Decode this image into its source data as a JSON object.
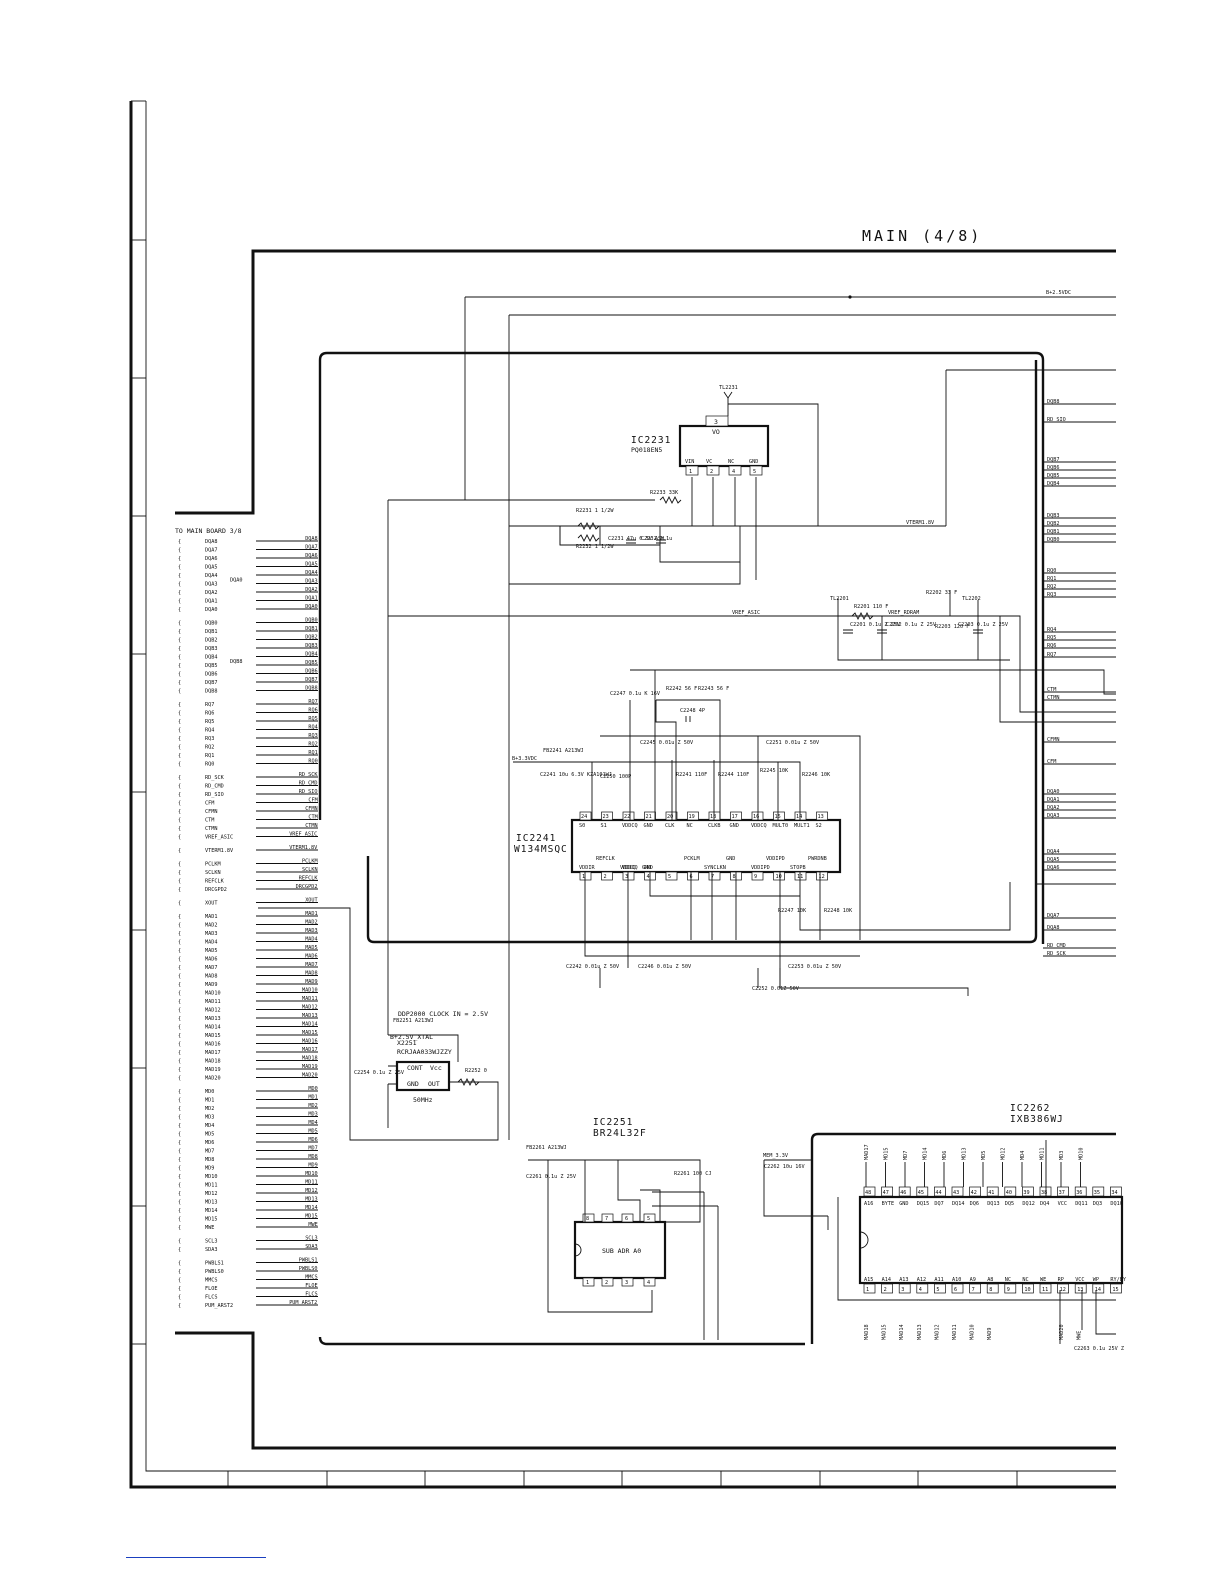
{
  "sheet": {
    "title": "MAIN (4/8)"
  },
  "ic2231": {
    "ref": "IC2231",
    "part": "PQ018EN5",
    "pin_top": "VO",
    "pin_top_num": "3",
    "pins": [
      "VIN",
      "VC",
      "NC",
      "GND"
    ],
    "pin_nums": [
      "1",
      "2",
      "4",
      "5"
    ]
  },
  "ic2241": {
    "ref": "IC2241",
    "part": "W134MSQC",
    "top_pins": [
      "S0",
      "S1",
      "VDDCQ",
      "GND",
      "CLK",
      "NC",
      "CLKB",
      "GND",
      "VDDCQ",
      "MULT0",
      "MULT1",
      "S2"
    ],
    "top_nums": [
      "24",
      "23",
      "22",
      "21",
      "20",
      "19",
      "18",
      "17",
      "16",
      "15",
      "14",
      "13"
    ],
    "bottom_pins": [
      "VDDIR",
      "",
      "VDDCQ",
      "GND",
      "",
      "",
      "",
      "",
      "VDDIPD",
      "",
      "",
      ""
    ],
    "bottom_nums": [
      "1",
      "2",
      "3",
      "4",
      "5",
      "6",
      "7",
      "8",
      "9",
      "10",
      "11",
      "12"
    ],
    "inner_bottom": [
      "REFCLK",
      "PCKLM",
      "GND",
      "VDDIPD",
      "PWRDNB",
      "VDDCQ",
      "GND",
      "SYNCLKN",
      "STOPB"
    ]
  },
  "ic2251": {
    "ref": "IC2251",
    "part": "BR24L32F",
    "chip_text": "SUB ADR A0",
    "top_nums": [
      "8",
      "7",
      "6",
      "5"
    ],
    "bottom_nums": [
      "1",
      "2",
      "3",
      "4"
    ]
  },
  "ic2262": {
    "ref": "IC2262",
    "part": "IXB386WJ",
    "top_nums": [
      "48",
      "47",
      "46",
      "45",
      "44",
      "43",
      "42",
      "41",
      "40",
      "39",
      "38",
      "37",
      "36",
      "35",
      "34"
    ],
    "top_labels": [
      "A16",
      "BYTE",
      "GND",
      "DQ15",
      "DQ7",
      "DQ14",
      "DQ6",
      "DQ13",
      "DQ5",
      "DQ12",
      "DQ4",
      "VCC",
      "DQ11",
      "DQ3",
      "DQ10"
    ],
    "bottom_nums": [
      "1",
      "2",
      "3",
      "4",
      "5",
      "6",
      "7",
      "8",
      "9",
      "10",
      "11",
      "12",
      "13",
      "14",
      "15"
    ],
    "bottom_labels": [
      "A15",
      "A14",
      "A13",
      "A12",
      "A11",
      "A10",
      "A9",
      "A8",
      "NC",
      "NC",
      "WE",
      "RP",
      "VCC",
      "WP",
      "RY/BY"
    ]
  },
  "x2251": {
    "ref": "X2251",
    "part": "RCRJAA033WJZZY",
    "pins": [
      "CONT",
      "Vcc",
      "GND",
      "OUT"
    ],
    "freq": "50MHz",
    "net": "B+2.5V_XTAL",
    "note": "DDP2000 CLOCK IN = 2.5V"
  },
  "nets": {
    "b25": "B+2.5VDC",
    "vterm": "VTERM1.8V",
    "vref": "VREF_ASIC",
    "vref_rdram": "VREF_RDRAM",
    "b33": "B+3.3VDC",
    "mem33": "MEM_3.3V",
    "tl2231": "TL2231",
    "tl2201": "TL2201",
    "tl2202": "TL2202"
  },
  "components": [
    "R2231 1 1/2W",
    "R2232 1 1/2W",
    "C2231 47u 6.3V ASH",
    "C2232 0.1u",
    "R2233 33K",
    "R2201 110 F",
    "C2201 0.1u Z 25V",
    "C2202 0.1u Z 25V",
    "R2203 120 F",
    "C2203 0.1u Z 25V",
    "R2202 33 F",
    "C2247 0.1u K 16V",
    "R2242 56 F",
    "R2243 56 F",
    "C2248 4P",
    "C2245 0.01u Z 50V",
    "C2251 0.01u Z 50V",
    "FB2241 A213WJ",
    "C2241 10u 6.3V KZA101WJ",
    "C2250 100P",
    "R2241 110F",
    "R2244 110F",
    "R2245 10K",
    "R2246 10K",
    "R2247 10K",
    "R2248 10K",
    "C2242 0.01u Z 50V",
    "C2246 0.01u Z 50V",
    "C2252 0.01Z 50V",
    "C2253 0.01u Z 50V",
    "FB2251 A213WJ",
    "C2254 0.1u Z 25V",
    "R2252 0",
    "FB2261 A213WJ",
    "C2261 0.1u Z 25V",
    "R2261 100 CJ",
    "C2262 10u 16V",
    "C2263 0.1u 25V Z"
  ],
  "connector": {
    "title": "TO MAIN BOARD 3/8",
    "groups": [
      {
        "label": "DQA0",
        "signals": [
          "DQA8",
          "DQA7",
          "DQA6",
          "DQA5",
          "DQA4",
          "DQA3",
          "DQA2",
          "DQA1",
          "DQA0"
        ]
      },
      {
        "label": "DQB8",
        "signals": [
          "DQB0",
          "DQB1",
          "DQB2",
          "DQB3",
          "DQB4",
          "DQB5",
          "DQB6",
          "DQB7",
          "DQB8"
        ]
      },
      {
        "label": "",
        "signals": [
          "RQ7",
          "RQ6",
          "RQ5",
          "RQ4",
          "RQ3",
          "RQ2",
          "RQ1",
          "RQ0"
        ]
      },
      {
        "label": "",
        "signals": [
          "RD_SCK",
          "RD_CMD",
          "RD_SIO",
          "CFM",
          "CFMN",
          "CTM",
          "CTMN",
          "VREF_ASIC"
        ]
      },
      {
        "label": "",
        "signals": [
          "VTERM1.8V"
        ]
      },
      {
        "label": "",
        "signals": [
          "PCLKM",
          "SCLKN",
          "REFCLK",
          "DRCGPD2"
        ]
      },
      {
        "label": "",
        "signals": [
          "XOUT"
        ]
      },
      {
        "label": "",
        "signals": [
          "MAD1",
          "MAD2",
          "MAD3",
          "MAD4",
          "MAD5",
          "MAD6",
          "MAD7",
          "MAD8",
          "MAD9",
          "MAD10",
          "MAD11",
          "MAD12",
          "MAD13",
          "MAD14",
          "MAD15",
          "MAD16",
          "MAD17",
          "MAD18",
          "MAD19",
          "MAD20"
        ]
      },
      {
        "label": "",
        "signals": [
          "MD0",
          "MD1",
          "MD2",
          "MD3",
          "MD4",
          "MD5",
          "MD6",
          "MD7",
          "MD8",
          "MD9",
          "MD10",
          "MD11",
          "MD12",
          "MD13",
          "MD14",
          "MD15",
          "MWE"
        ]
      },
      {
        "label": "",
        "signals": [
          "SCL3",
          "SDA3"
        ]
      },
      {
        "label": "",
        "signals": [
          "PWBLS1",
          "PWBLS0",
          "MMCS",
          "FLOE",
          "FLCS",
          "PUM_ARST2"
        ]
      }
    ]
  },
  "right_labels": [
    "DQB8",
    "RD_SIO",
    "DQB7",
    "DQB6",
    "DQB5",
    "DQB4",
    "DQB3",
    "DQB2",
    "DQB1",
    "DQB0",
    "RQ0",
    "RQ1",
    "RQ2",
    "RQ3",
    "RQ4",
    "RQ5",
    "RQ6",
    "RQ7",
    "CTM",
    "CTMN",
    "CFMN",
    "CFM",
    "DQA0",
    "DQA1",
    "DQA2",
    "DQA3",
    "DQA4",
    "DQA5",
    "DQA6",
    "DQA7",
    "DQA8",
    "RD_CMD",
    "RD_SCK"
  ],
  "mem_bottom_signals": [
    "MAD18",
    "MAD15",
    "MAD14",
    "MAD13",
    "MAD12",
    "MAD11",
    "MAD10",
    "MAD9",
    "MAD20",
    "MWE"
  ],
  "mem_top_signals": [
    "MAD17",
    "MD15",
    "MD7",
    "MD14",
    "MD6",
    "MD13",
    "MD5",
    "MD12",
    "MD4",
    "MD11",
    "MD3",
    "MD10"
  ]
}
